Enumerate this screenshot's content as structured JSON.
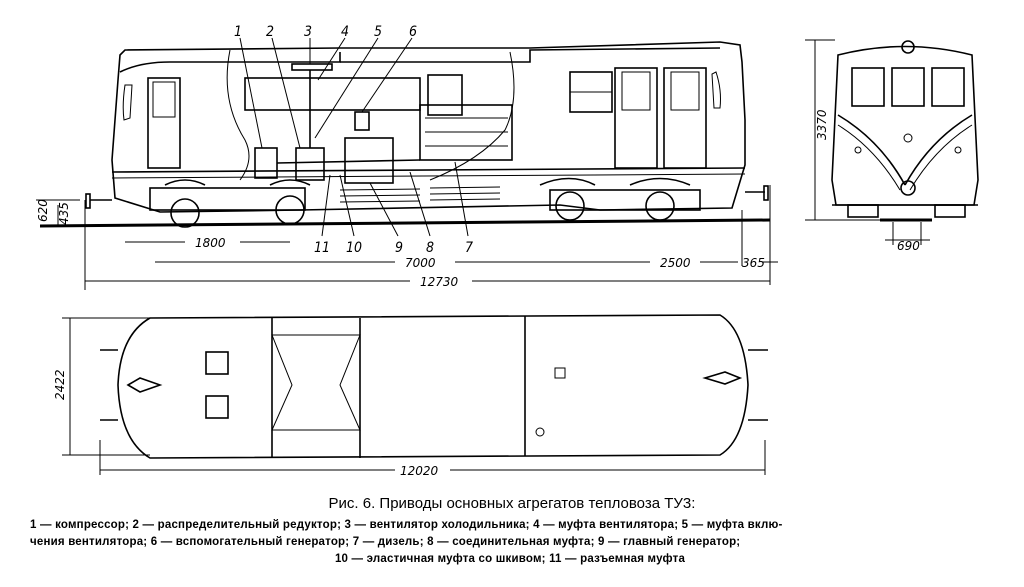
{
  "figure": {
    "title": "Рис. 6. Приводы основных агрегатов тепловоза ТУ3:",
    "legend_lines": [
      "1 — компрессор; 2 — распределительный редуктор; 3 — вентилятор холодильника; 4 — муфта вентилятора; 5 — муфта вклю-",
      "чения вентилятора; 6 — вспомогательный генератор; 7 — дизель; 8 — соединительная муфта; 9 — главный генератор;",
      "10 — эластичная муфта со шкивом; 11 — разъемная муфта"
    ]
  },
  "side_view": {
    "callouts_top": [
      "1",
      "2",
      "3",
      "4",
      "5",
      "6"
    ],
    "callouts_bottom": [
      "11",
      "10",
      "9",
      "8",
      "7"
    ],
    "dimensions": {
      "height_buffer": "620",
      "height_step": "435",
      "bogie_base": "1800",
      "bogie_centers": "7000",
      "half_base": "2500",
      "overhang": "365",
      "total_length": "12730"
    }
  },
  "front_view": {
    "dimensions": {
      "height": "3370",
      "width": "690"
    }
  },
  "top_view": {
    "dimensions": {
      "width": "2422",
      "length": "12020"
    }
  }
}
